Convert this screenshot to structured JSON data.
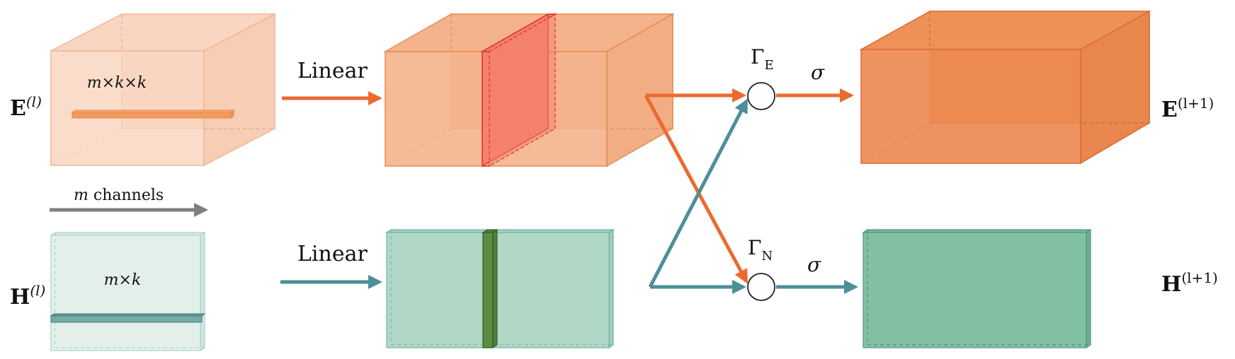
{
  "inputs": {
    "edge": {
      "base": "E",
      "sup": "(l)",
      "dims": "m×k×k"
    },
    "node": {
      "base": "H",
      "sup": "(l)",
      "dims": "m×k"
    },
    "channels": {
      "var": "m",
      "text": " channels"
    }
  },
  "ops": {
    "linear_top": "Linear",
    "linear_bottom": "Linear",
    "gamma_e": {
      "base": "Γ",
      "sub": "E"
    },
    "gamma_n": {
      "base": "Γ",
      "sub": "N"
    },
    "sigma_top": "σ",
    "sigma_bottom": "σ"
  },
  "outputs": {
    "edge": {
      "base": "E",
      "sup": "(l+1)"
    },
    "node": {
      "base": "H",
      "sup": "(l+1)"
    }
  },
  "colors": {
    "orange_arrow": "#ea6b2f",
    "teal_arrow": "#4d8f96",
    "gray_arrow": "#7f7f7f",
    "e_input_fill": "#f9d6c2",
    "e_mid_fill": "#f4b38c",
    "e_slab_fill": "#f4806a",
    "e_out_fill": "#ec8a52",
    "h_input_fill": "#e3f0ea",
    "h_mid_fill": "#b1d8c7",
    "h_slab_fill": "#5c8b44",
    "h_out_fill": "#83c0a3"
  }
}
